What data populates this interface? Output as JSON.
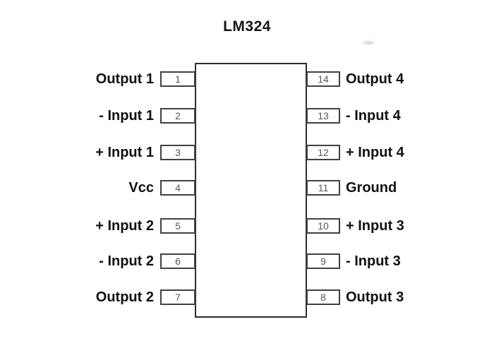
{
  "title": "LM324",
  "pins": {
    "left": [
      {
        "number": "1",
        "label": "Output 1"
      },
      {
        "number": "2",
        "label": "- Input 1"
      },
      {
        "number": "3",
        "label": "+ Input 1"
      },
      {
        "number": "4",
        "label": "Vcc"
      },
      {
        "number": "5",
        "label": "+ Input 2"
      },
      {
        "number": "6",
        "label": "- Input 2"
      },
      {
        "number": "7",
        "label": "Output 2"
      }
    ],
    "right": [
      {
        "number": "14",
        "label": "Output 4"
      },
      {
        "number": "13",
        "label": "- Input 4"
      },
      {
        "number": "12",
        "label": "+ Input 4"
      },
      {
        "number": "11",
        "label": "Ground"
      },
      {
        "number": "10",
        "label": "+ Input 3"
      },
      {
        "number": "9",
        "label": "- Input 3"
      },
      {
        "number": "8",
        "label": "Output 3"
      }
    ]
  },
  "colors": {
    "background": "#ffffff",
    "body_border": "#2d2d2d",
    "pin_border": "#414141",
    "pin_number": "#55585d",
    "label_text": "#111111",
    "title_text": "#151515"
  }
}
